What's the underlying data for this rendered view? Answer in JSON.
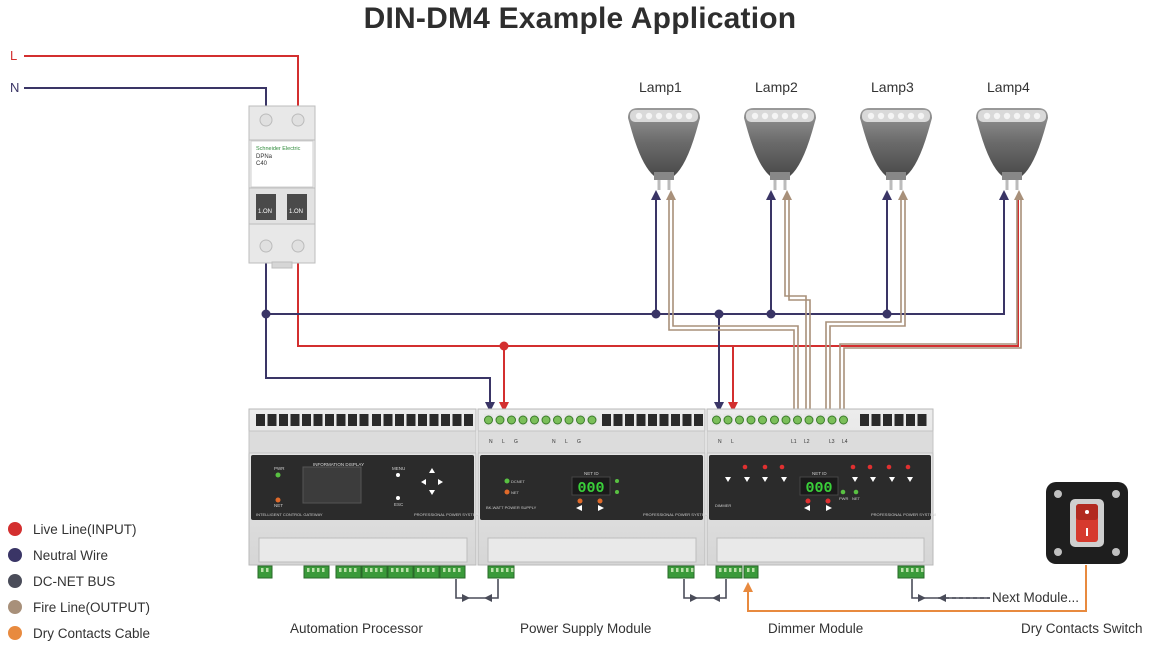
{
  "title": "DIN-DM4 Example Application",
  "wires": {
    "live": "L",
    "neutral": "N"
  },
  "breaker": {
    "brand": "Schneider Electric",
    "model": "DPNa",
    "rating": "C40",
    "switch_left": "1.ON",
    "switch_right": "1.ON"
  },
  "lamps": [
    "Lamp1",
    "Lamp2",
    "Lamp3",
    "Lamp4"
  ],
  "modules": {
    "automation": {
      "label": "Automation Processor",
      "screen_title": "INFORMATION DISPLAY",
      "pwr": "PWR",
      "net": "NET",
      "menu": "MENU",
      "esc": "ESC",
      "footer_left": "INTELLIGENT CONTROL GATEWAY",
      "footer_right": "PROFESSIONAL POWER SYSTEM"
    },
    "power_supply": {
      "label": "Power Supply Module",
      "terminals": [
        "N",
        "L",
        "G",
        "N",
        "L",
        "G"
      ],
      "dcnet": "DCNET",
      "net": "NET",
      "net_id_title": "NET ID",
      "net_id": "000",
      "desc": "BK-WATT POWER SUPPLY",
      "footer_right": "PROFESSIONAL POWER SYSTEM"
    },
    "dimmer": {
      "label": "Dimmer Module",
      "terminals": [
        "N",
        "L",
        "L1",
        "L2",
        "L3",
        "L4"
      ],
      "net_id_title": "NET ID",
      "net_id": "000",
      "pwr": "PWR",
      "net": "NET",
      "desc": "DIMMER",
      "footer_right": "PROFESSIONAL POWER SYSTEM"
    }
  },
  "switch_label": "Dry Contacts Switch",
  "next_module": "Next Module...",
  "legend": [
    {
      "label": "Live Line(INPUT)",
      "color": "#d32f2f"
    },
    {
      "label": "Neutral Wire",
      "color": "#3a3566"
    },
    {
      "label": "DC-NET BUS",
      "color": "#4a4c59"
    },
    {
      "label": "Fire Line(OUTPUT)",
      "color": "#a8907a"
    },
    {
      "label": "Dry Contacts Cable",
      "color": "#e88a3f"
    }
  ],
  "colors": {
    "live": "#d32f2f",
    "neutral": "#3a3566",
    "dcnet": "#4a4c59",
    "fire": "#a8907a",
    "dry": "#e88a3f",
    "terminal_green": "#3a9a3a"
  }
}
